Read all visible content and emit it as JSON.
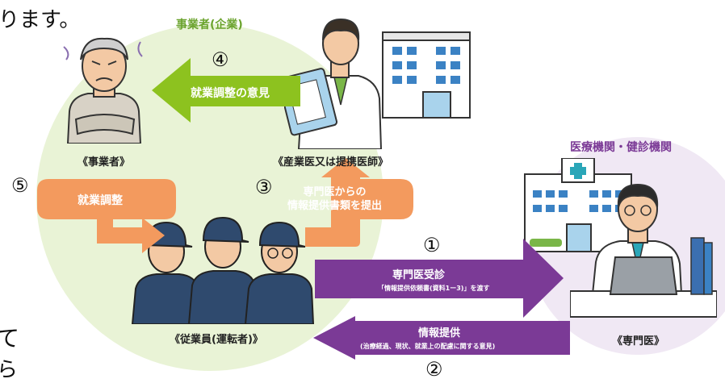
{
  "fragments": {
    "top_left": "ります。",
    "bottom_left_1": "て",
    "bottom_left_2": "ら"
  },
  "employer_header": "事業者(企業)",
  "medical_header": "医療機関・健診機関",
  "labels": {
    "employer": "《事業者》",
    "occupational_doctor": "《産業医又は提携医師》",
    "employees": "《従業員(運転者)》",
    "specialist": "《専門医》"
  },
  "steps": [
    {
      "number": "①",
      "label": "専門医受診",
      "sub": "「情報提供依頼書(資料1ー3)」を渡す"
    },
    {
      "number": "②",
      "label": "情報提供",
      "sub": "(治療経過、現状、就業上の配慮に関する意見)"
    },
    {
      "number": "③",
      "label_line1": "専門医からの",
      "label_line2": "情報提供書類を提出"
    },
    {
      "number": "④",
      "label": "就業調整の意見"
    },
    {
      "number": "⑤",
      "label": "就業調整"
    }
  ],
  "colors": {
    "green": "#8dc21f",
    "purple": "#7b3a96",
    "orange": "#f39a5e",
    "light_green": "#e9f3d6",
    "light_purple": "#f0e8f4",
    "header_green": "#6aa32c",
    "header_purple": "#7b3a96"
  },
  "icons": [
    "worried-employer-person-icon",
    "doctor-with-clipboard-icon",
    "company-building-icon",
    "hospital-building-icon",
    "specialist-doctor-laptop-icon",
    "employees-group-icon"
  ]
}
